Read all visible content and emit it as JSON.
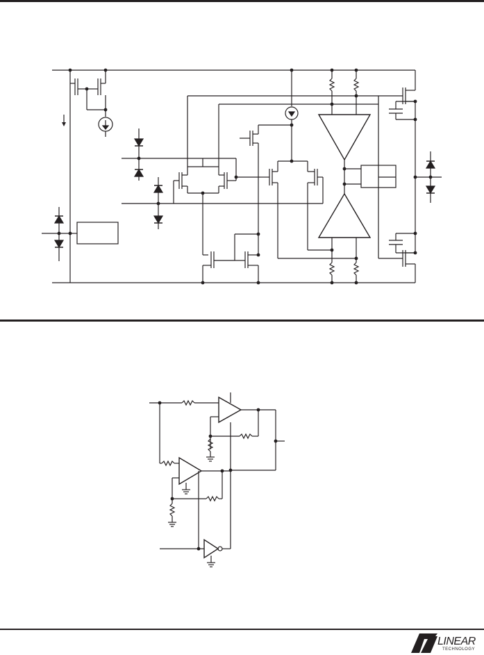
{
  "brand": {
    "wordmark": "LINEAR",
    "sub": "TECHNOLOGY",
    "color": "#231f20"
  },
  "sections": [
    {
      "id": "simplified-schematic",
      "title": ""
    },
    {
      "id": "application-circuit",
      "title": ""
    }
  ],
  "icons": [
    "current-source-icon",
    "diode-icon",
    "transistor-icon",
    "resistor-icon",
    "capacitor-icon",
    "amplifier-icon",
    "ground-icon",
    "inverter-icon",
    "lt-logo-icon"
  ]
}
